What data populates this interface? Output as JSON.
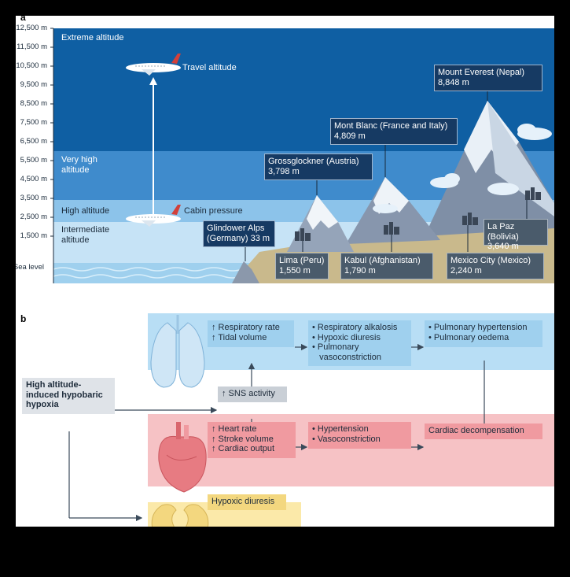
{
  "panel_a": {
    "letter": "a",
    "y_ticks": [
      "12,500 m",
      "11,500 m",
      "10,500 m",
      "9,500 m",
      "8,500 m",
      "7,500 m",
      "6,500 m",
      "5,500 m",
      "4,500 m",
      "3,500 m",
      "2,500 m",
      "1,500 m"
    ],
    "sea_level": "Sea level",
    "zones": {
      "extreme": "Extreme altitude",
      "very_high": "Very high altitude",
      "high": "High altitude",
      "intermediate": "Intermediate altitude"
    },
    "travel_altitude": "Travel altitude",
    "cabin_pressure": "Cabin pressure",
    "places": {
      "everest": "Mount Everest (Nepal)",
      "everest_alt": "8,848 m",
      "montblanc": "Mont Blanc (France and Italy)",
      "montblanc_alt": "4,809 m",
      "grossglockner": "Grossglockner (Austria)",
      "grossglockner_alt": "3,798 m",
      "glindower": "Glindower Alps",
      "glindower2": "(Germany) 33 m",
      "lima": "Lima (Peru)",
      "lima_alt": "1,550 m",
      "kabul": "Kabul (Afghanistan)",
      "kabul_alt": "1,790 m",
      "mexico": "Mexico City (Mexico)",
      "mexico_alt": "2,240 m",
      "lapaz": "La Paz (Bolivia)",
      "lapaz_alt": "3,640 m"
    }
  },
  "panel_b": {
    "letter": "b",
    "source": "High altitude-induced hypobaric hypoxia",
    "resp": [
      "↑ Respiratory rate",
      "↑ Tidal volume"
    ],
    "resp_effects": [
      "• Respiratory alkalosis",
      "• Hypoxic diuresis",
      "• Pulmonary",
      "   vasoconstriction"
    ],
    "pulm_effects": [
      "• Pulmonary hypertension",
      "• Pulmonary oedema"
    ],
    "sns": "↑ SNS activity",
    "cardiac": [
      "↑ Heart rate",
      "↑ Stroke volume",
      "↑ Cardiac output"
    ],
    "cardiac_effects": [
      "• Hypertension",
      "• Vasoconstriction"
    ],
    "decomp": "Cardiac decompensation",
    "diuresis": "Hypoxic diuresis"
  },
  "colors": {
    "extreme": "#0f5fa3",
    "very_high": "#3f8bcc",
    "high": "#8cc3ea",
    "intermediate": "#c6e3f6",
    "lung_band": "#b8def5",
    "heart_band": "#f6c2c5",
    "kidney_band": "#fbe9a9"
  }
}
